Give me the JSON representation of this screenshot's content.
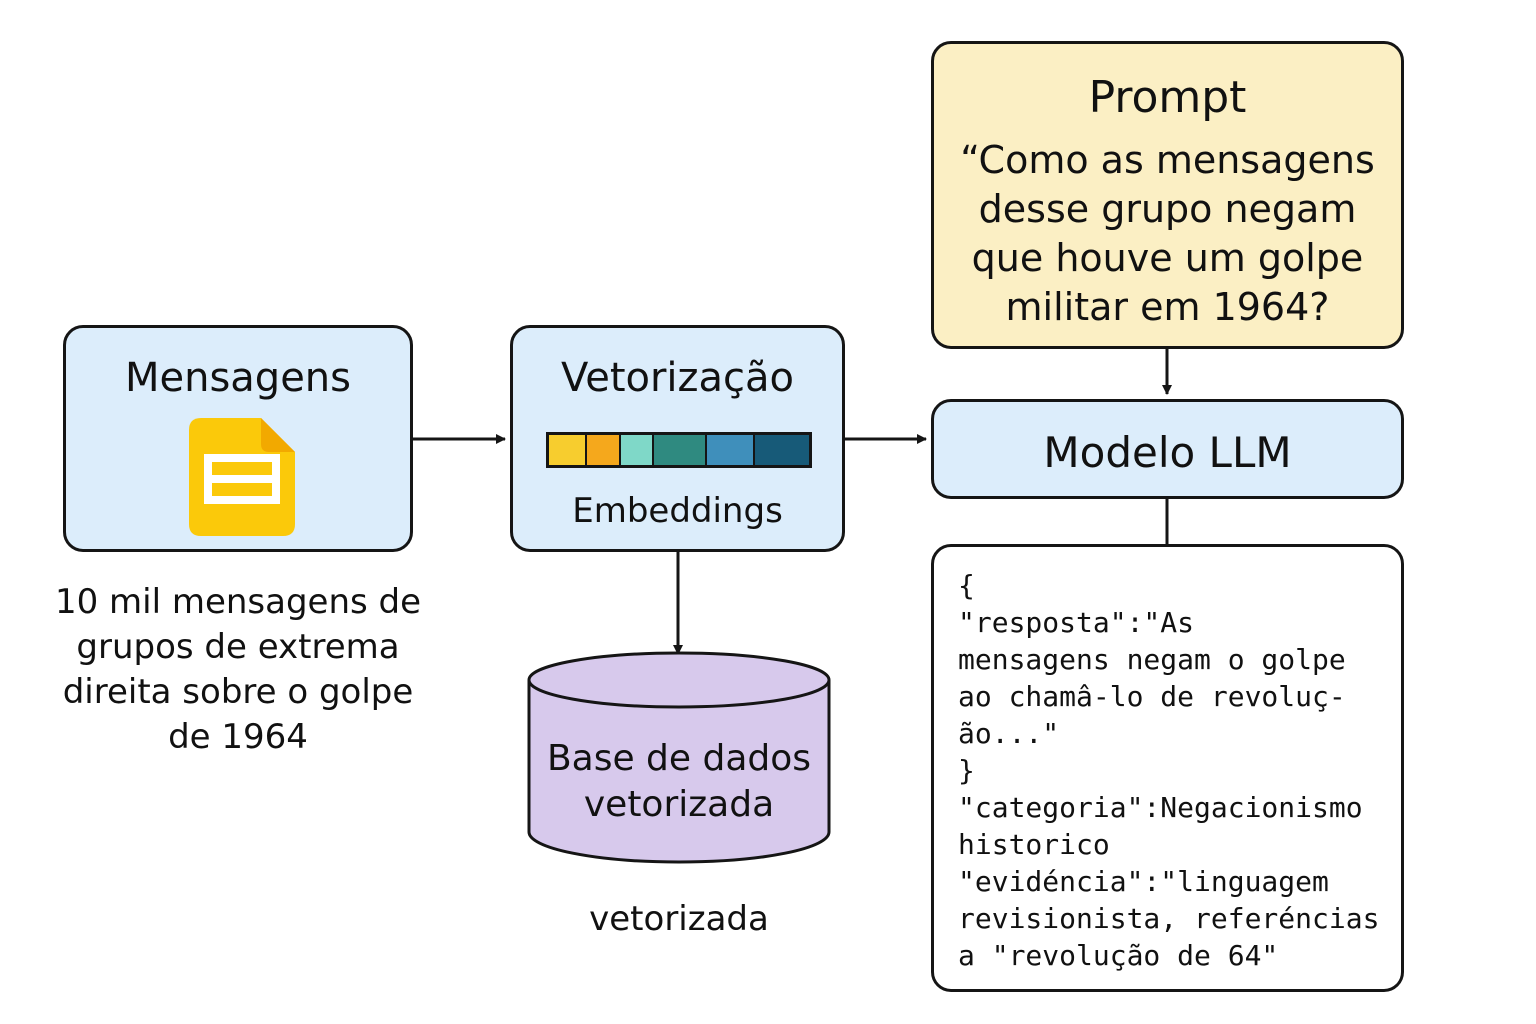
{
  "mensagens": {
    "title": "Mensagens",
    "icon": "document-icon",
    "caption": "10 mil mensagens de\ngrupos de extrema\ndireita sobre o golpe\nde 1964"
  },
  "vetorizacao": {
    "title": "Vetorização",
    "label": "Embeddings",
    "embedding_colors": [
      "#f7cd2e",
      "#f5a81c",
      "#7fd8c8",
      "#2f8a80",
      "#3f8fbb",
      "#175a78"
    ]
  },
  "prompt": {
    "title": "Prompt",
    "text": "“Como as mensagens\ndesse grupo negam\nque houve um golpe\nmilitar em 1964?"
  },
  "modelo": {
    "title": "Modelo LLM"
  },
  "database": {
    "label": "Base de dados\nvetorizada",
    "caption": "vetorizada",
    "color": "#d7c9ec"
  },
  "output": {
    "text": "{\n\"resposta\":\"As\nmensagens negam o golpe\nao chamâ-lo de revoluç-\não...\"\n}\n\"categoria\":Negacionismo\nhistorico\n\"evidéncia\":\"linguagem\nrevisionista, referéncias\na \"revolução de 64\""
  },
  "colors": {
    "box_blue": "#dcedfb",
    "box_yellow": "#fbefc4",
    "doc_yellow": "#fbc90a",
    "border": "#151515"
  }
}
